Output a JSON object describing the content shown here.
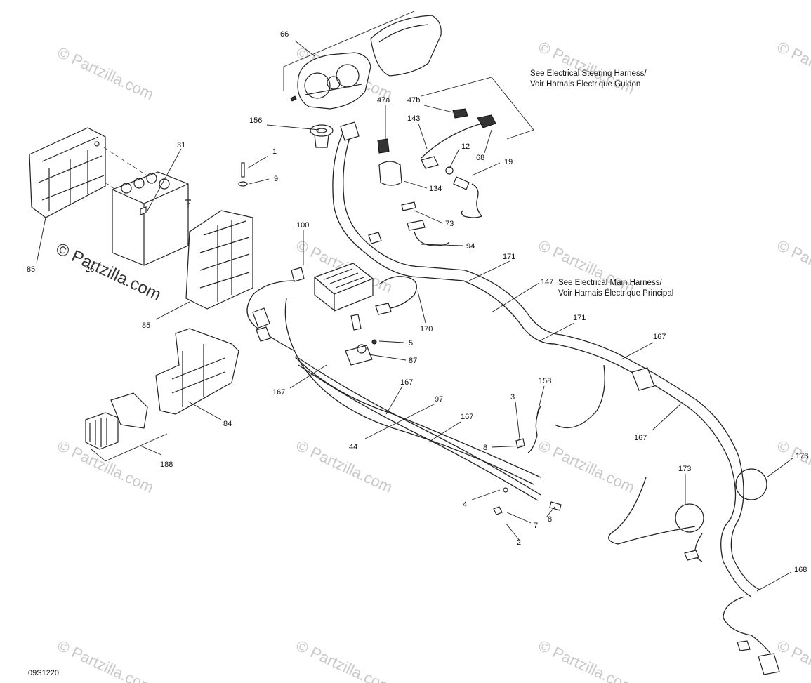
{
  "diagram": {
    "code": "09S1220",
    "notes": {
      "steering_line1": "See Electrical Steering Harness/",
      "steering_line2": "Voir Harnais Électrique Guidon",
      "main_line1": "See Electrical Main Harness/",
      "main_line2": "Voir Harnais Électrique Principal"
    },
    "watermark": {
      "text": "© Partzilla.com",
      "center_text": "© Partzilla.com"
    },
    "callouts": {
      "c66": "66",
      "c47a": "47a",
      "c47b": "47b",
      "c143": "143",
      "c156": "156",
      "c12": "12",
      "c68": "68",
      "c19": "19",
      "c134": "134",
      "c73": "73",
      "c94": "94",
      "c31": "31",
      "c1": "1",
      "c9": "9",
      "c85a": "85",
      "c26": "26",
      "c85b": "85",
      "c100": "100",
      "c171a": "171",
      "c147": "147",
      "c171b": "171",
      "c170": "170",
      "c5": "5",
      "c87": "87",
      "c167a": "167",
      "c167b": "167",
      "c167c": "167",
      "c167d": "167",
      "c167e": "167",
      "c97": "97",
      "c44": "44",
      "c84": "84",
      "c188": "188",
      "c158": "158",
      "c3": "3",
      "c8a": "8",
      "c4": "4",
      "c7": "7",
      "c8b": "8",
      "c2": "2",
      "c173a": "173",
      "c173b": "173",
      "c168": "168"
    }
  }
}
